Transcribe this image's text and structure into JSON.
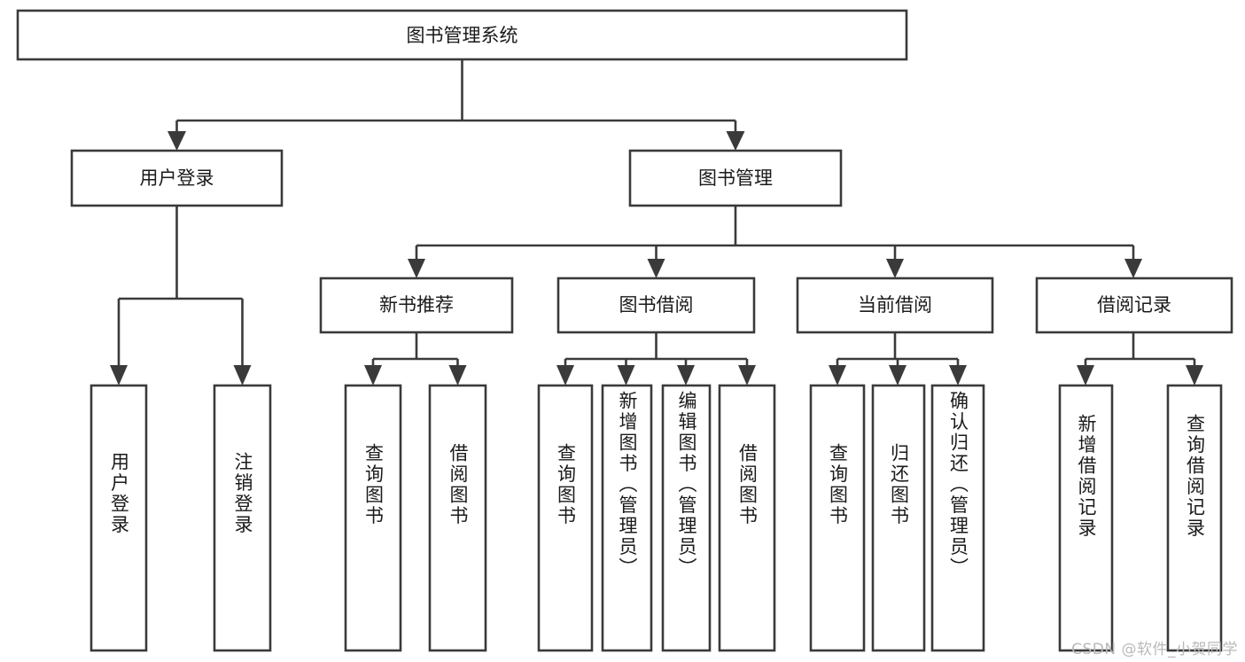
{
  "diagram": {
    "title": "图书管理系统",
    "type": "tree",
    "watermark": "CSDN @软件_小贺同学",
    "colors": {
      "stroke": "#3a3a3a",
      "box_fill": "#ffffff",
      "text": "#1a1a1a",
      "background": "#ffffff",
      "watermark": "#b9b9b9"
    },
    "nodes": {
      "root": {
        "label": "图书管理系统"
      },
      "level2": [
        {
          "id": "user-login",
          "label": "用户登录"
        },
        {
          "id": "book-management",
          "label": "图书管理"
        }
      ],
      "level3": [
        {
          "id": "new-book-recommend",
          "label": "新书推荐"
        },
        {
          "id": "book-borrow",
          "label": "图书借阅"
        },
        {
          "id": "current-borrow",
          "label": "当前借阅"
        },
        {
          "id": "borrow-record",
          "label": "借阅记录"
        }
      ],
      "leaves": {
        "user-login": [
          {
            "id": "leaf-user-login",
            "label": "用户登录"
          },
          {
            "id": "leaf-user-logout",
            "label": "注销登录"
          }
        ],
        "new-book-recommend": [
          {
            "id": "leaf-query-book-1",
            "label": "查询图书"
          },
          {
            "id": "leaf-borrow-book-1",
            "label": "借阅图书"
          }
        ],
        "book-borrow": [
          {
            "id": "leaf-query-book-2",
            "label": "查询图书"
          },
          {
            "id": "leaf-add-book",
            "label": "新增图书（管理员）"
          },
          {
            "id": "leaf-edit-book",
            "label": "编辑图书（管理员）"
          },
          {
            "id": "leaf-borrow-book-2",
            "label": "借阅图书"
          }
        ],
        "current-borrow": [
          {
            "id": "leaf-query-book-3",
            "label": "查询图书"
          },
          {
            "id": "leaf-return-book",
            "label": "归还图书"
          },
          {
            "id": "leaf-confirm-return",
            "label": "确认归还（管理员）"
          }
        ],
        "borrow-record": [
          {
            "id": "leaf-add-record",
            "label": "新增借阅记录"
          },
          {
            "id": "leaf-query-record",
            "label": "查询借阅记录"
          }
        ]
      }
    }
  }
}
